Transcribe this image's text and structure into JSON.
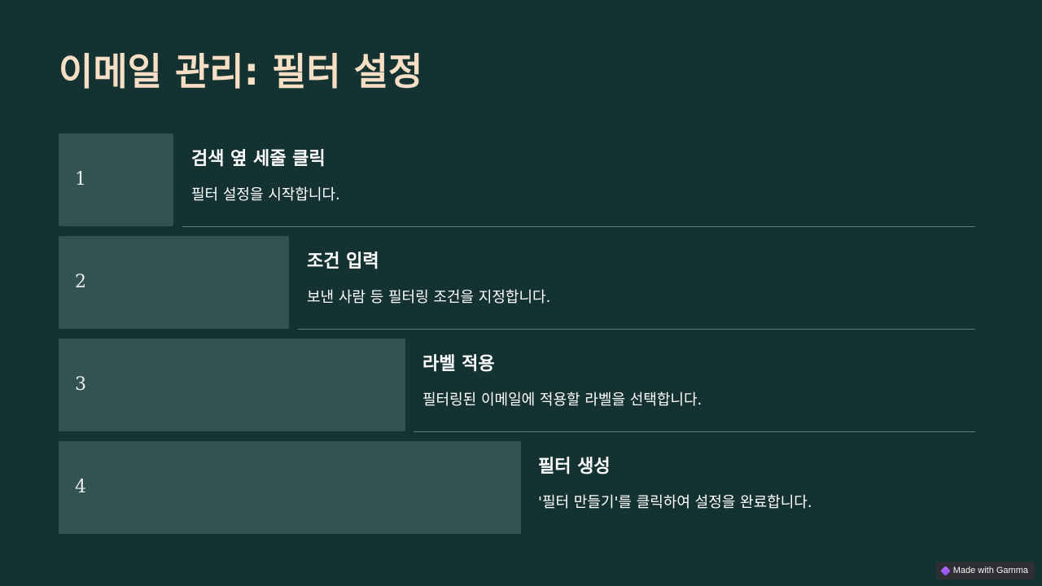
{
  "slide": {
    "title": "이메일 관리: 필터 설정"
  },
  "steps": [
    {
      "number": "1",
      "heading": "검색 옆 세줄 클릭",
      "description": "필터 설정을 시작합니다."
    },
    {
      "number": "2",
      "heading": "조건 입력",
      "description": "보낸 사람 등 필터링 조건을 지정합니다."
    },
    {
      "number": "3",
      "heading": "라벨 적용",
      "description": "필터링된 이메일에 적용할 라벨을 선택합니다."
    },
    {
      "number": "4",
      "heading": "필터 생성",
      "description": "'필터 만들기'를 클릭하여 설정을 완료합니다."
    }
  ],
  "badge": {
    "label": "Made with Gamma",
    "icon": "gamma-logo-icon"
  }
}
